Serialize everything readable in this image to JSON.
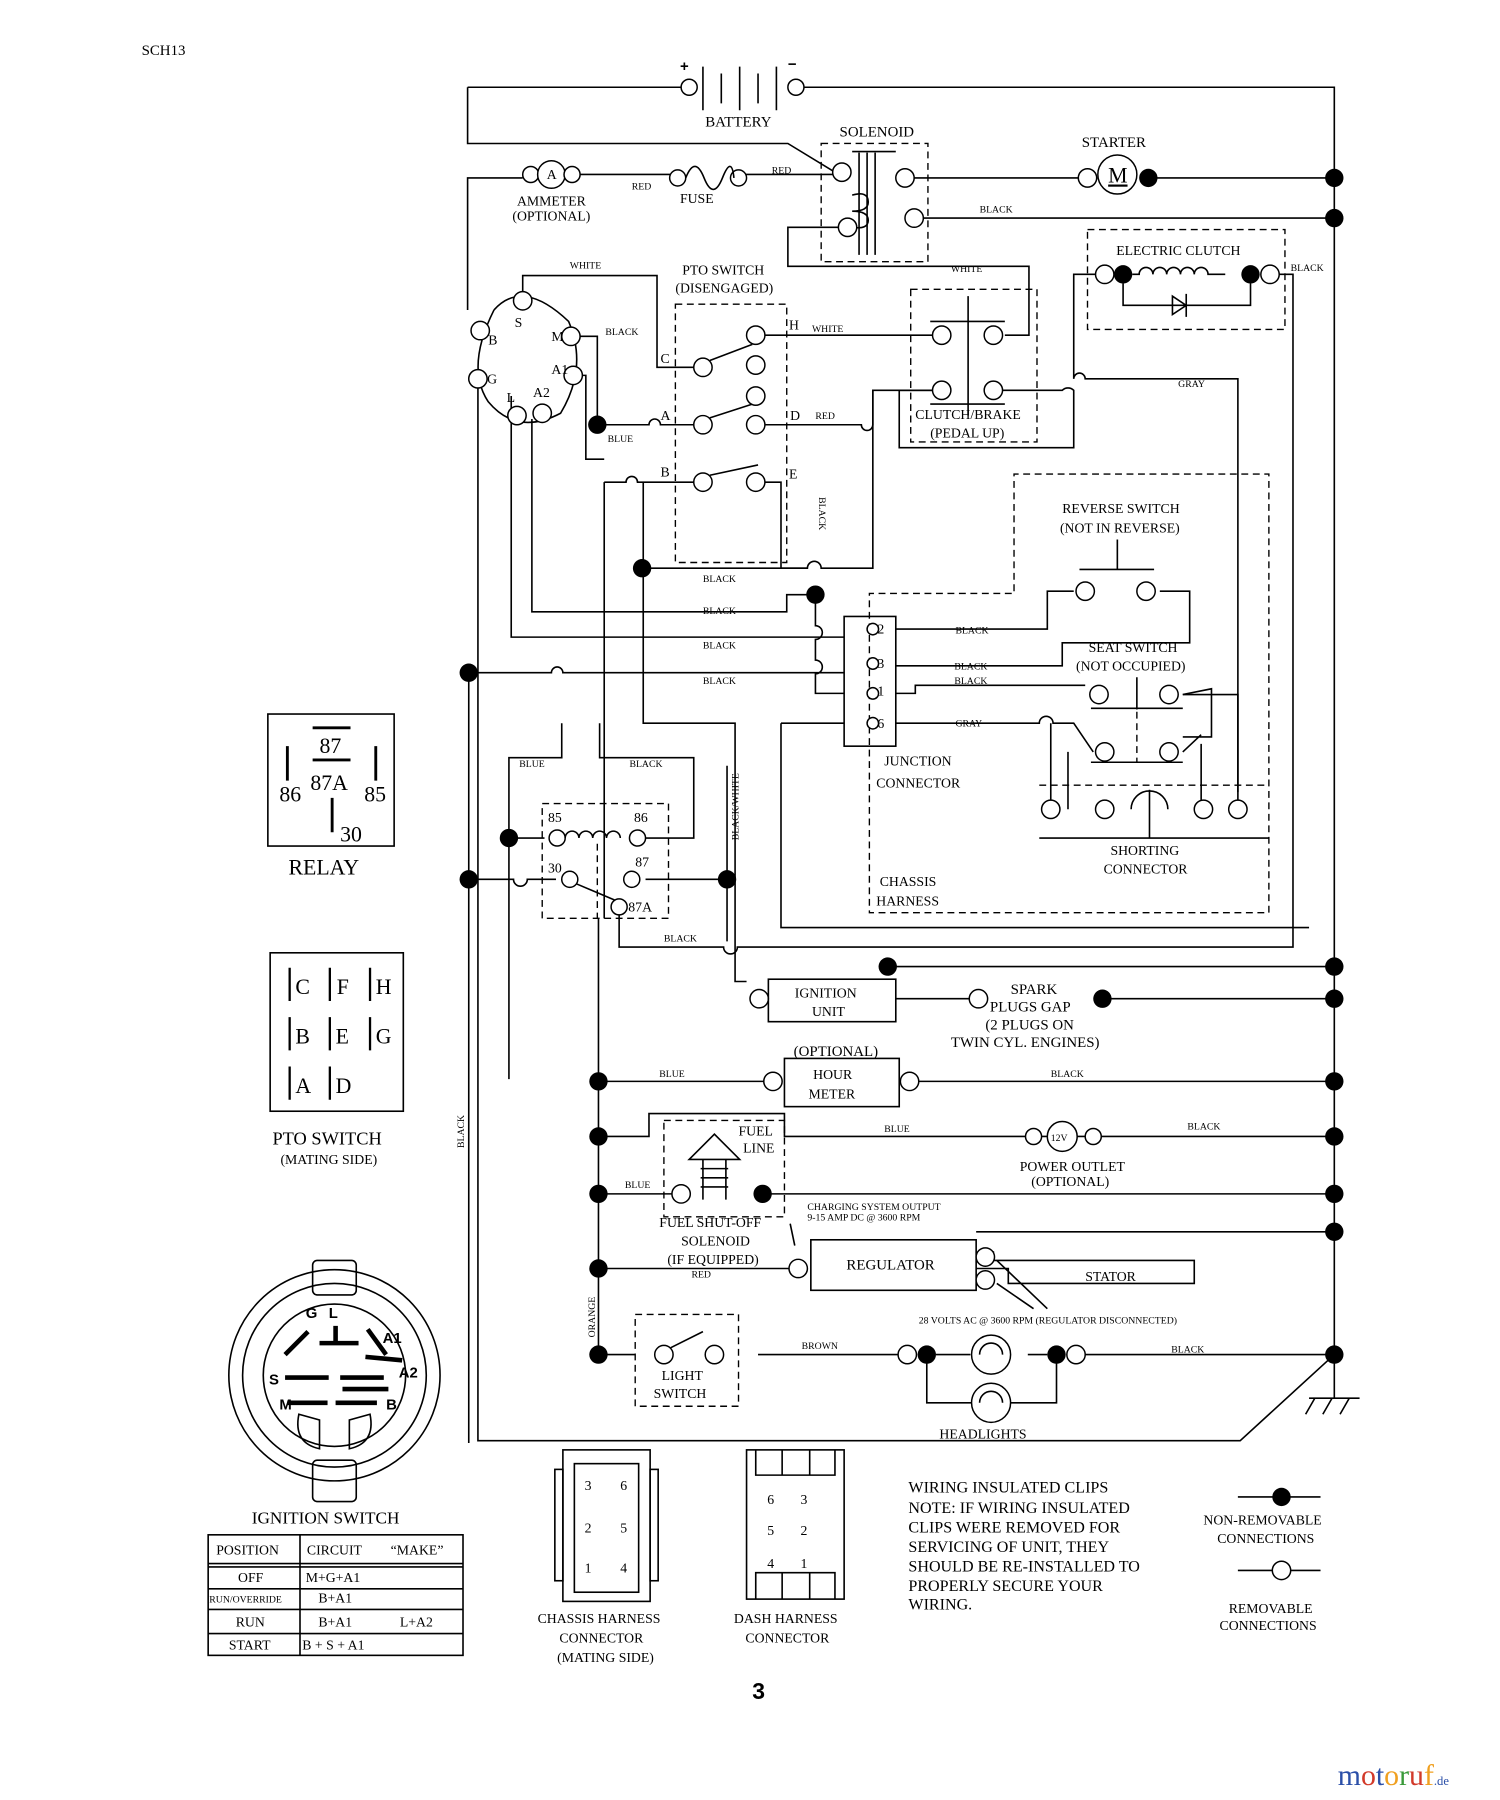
{
  "header": {
    "code": "SCH13"
  },
  "components": {
    "battery": "BATTERY",
    "battery_plus": "+",
    "battery_minus": "−",
    "solenoid": "SOLENOID",
    "starter": "STARTER",
    "starter_symbol": "M",
    "ammeter": "AMMETER",
    "ammeter_note": "(OPTIONAL)",
    "ammeter_symbol": "A",
    "fuse": "FUSE",
    "pto_switch": "PTO SWITCH",
    "pto_switch_state": "(DISENGAGED)",
    "electric_clutch": "ELECTRIC CLUTCH",
    "clutch_brake": "CLUTCH/BRAKE",
    "clutch_brake_state": "(PEDAL UP)",
    "reverse_switch": "REVERSE SWITCH",
    "reverse_switch_state": "(NOT IN REVERSE)",
    "seat_switch": "SEAT SWITCH",
    "seat_switch_state": "(NOT OCCUPIED)",
    "junction_connector_1": "JUNCTION",
    "junction_connector_2": "CONNECTOR",
    "shorting_connector_1": "SHORTING",
    "shorting_connector_2": "CONNECTOR",
    "chassis_harness_1": "CHASSIS",
    "chassis_harness_2": "HARNESS",
    "ignition_unit_1": "IGNITION",
    "ignition_unit_2": "UNIT",
    "spark_plugs": [
      "SPARK",
      "PLUGS GAP",
      "(2 PLUGS ON",
      "TWIN CYL. ENGINES)"
    ],
    "hour_meter_note": "(OPTIONAL)",
    "hour_meter_1": "HOUR",
    "hour_meter_2": "METER",
    "fuel_line_1": "FUEL",
    "fuel_line_2": "LINE",
    "fuel_solenoid": [
      "FUEL SHUT-OFF",
      "SOLENOID",
      "(IF EQUIPPED)"
    ],
    "power_outlet": "POWER OUTLET",
    "power_outlet_note": "(OPTIONAL)",
    "power_outlet_symbol": "12V",
    "charging_output_1": "CHARGING SYSTEM OUTPUT",
    "charging_output_2": "9-15 AMP DC @ 3600 RPM",
    "regulator": "REGULATOR",
    "stator": "STATOR",
    "stator_output": "28 VOLTS AC @ 3600 RPM (REGULATOR DISCONNECTED)",
    "light_switch_1": "LIGHT",
    "light_switch_2": "SWITCH",
    "headlights": "HEADLIGHTS"
  },
  "ignition_terminals": [
    "S",
    "B",
    "M",
    "A1",
    "G",
    "L",
    "A2"
  ],
  "pto_terminals": [
    "C",
    "H",
    "A",
    "D",
    "B",
    "E"
  ],
  "junction_pins": [
    "2",
    "3",
    "1",
    "6"
  ],
  "relay_terminals": [
    "85",
    "86",
    "30",
    "87",
    "87A"
  ],
  "wire_labels": {
    "red": "RED",
    "black": "BLACK",
    "white": "WHITE",
    "blue": "BLUE",
    "gray": "GRAY",
    "black_white": "BLACK/WHITE",
    "orange": "ORANGE",
    "brown": "BROWN"
  },
  "relay_legend": {
    "title": "RELAY",
    "pins": [
      "87",
      "87A",
      "86",
      "85",
      "30"
    ]
  },
  "pto_mating": {
    "title": "PTO SWITCH",
    "subtitle": "(MATING SIDE)",
    "pins": [
      "C",
      "F",
      "H",
      "B",
      "E",
      "G",
      "A",
      "D"
    ]
  },
  "ignition_switch": {
    "title": "IGNITION SWITCH",
    "face_labels": [
      "G",
      "L",
      "A1",
      "A2",
      "S",
      "M",
      "B"
    ],
    "table": {
      "headers": [
        "POSITION",
        "CIRCUIT",
        "“MAKE”"
      ],
      "rows": [
        [
          "OFF",
          "M+G+A1",
          ""
        ],
        [
          "RUN/OVERRIDE",
          "B+A1",
          ""
        ],
        [
          "RUN",
          "B+A1",
          "L+A2"
        ],
        [
          "START",
          "B + S + A1",
          ""
        ]
      ]
    }
  },
  "chassis_connector": {
    "lines": [
      "CHASSIS HARNESS",
      "CONNECTOR",
      "(MATING SIDE)"
    ],
    "pins": [
      "3",
      "6",
      "2",
      "5",
      "1",
      "4"
    ]
  },
  "dash_connector": {
    "lines": [
      "DASH HARNESS",
      "CONNECTOR"
    ],
    "pins": [
      "6",
      "3",
      "5",
      "2",
      "4",
      "1"
    ]
  },
  "note": {
    "lines": [
      "WIRING INSULATED CLIPS",
      "NOTE:  IF WIRING INSULATED",
      "CLIPS WERE REMOVED FOR",
      "SERVICING OF UNIT, THEY",
      "SHOULD BE RE-INSTALLED TO",
      "PROPERLY SECURE YOUR",
      "WIRING."
    ]
  },
  "legend": {
    "non_removable": [
      "NON-REMOVABLE",
      "CONNECTIONS"
    ],
    "removable": [
      "REMOVABLE",
      "CONNECTIONS"
    ]
  },
  "page_number": "3",
  "watermark": {
    "text": "motoruf",
    "suffix": ".de",
    "colors": [
      "#2b4fa8",
      "#d23a2a",
      "#f0a020",
      "#3a9a3a"
    ]
  }
}
